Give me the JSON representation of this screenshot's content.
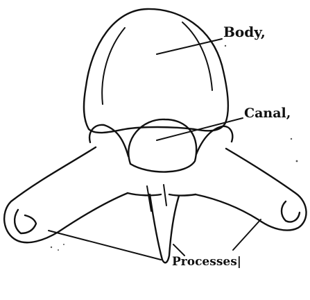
{
  "labels": {
    "body": "Body,",
    "canal": "Canal,",
    "processes": "Processes|"
  },
  "colors": {
    "ink": "#111111",
    "background": "#ffffff"
  }
}
